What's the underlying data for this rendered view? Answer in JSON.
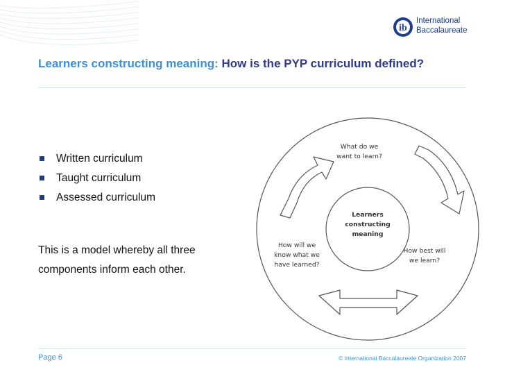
{
  "header": {
    "logo_line1": "International",
    "logo_line2": "Baccalaureate",
    "logo_mark": "ib"
  },
  "title": {
    "part1": "Learners constructing meaning:",
    "part2": "How is the PYP curriculum defined?"
  },
  "bullets": [
    "Written curriculum",
    "Taught curriculum",
    "Assessed curriculum"
  ],
  "body_text": {
    "line1": "This is a model whereby all three",
    "line2": "components inform each other."
  },
  "diagram": {
    "center": [
      "Learners",
      "constructing",
      "meaning"
    ],
    "top": [
      "What do we",
      "want to learn?"
    ],
    "right": [
      "How best will",
      "we learn?"
    ],
    "left": [
      "How will we",
      "know what we",
      "have learned?"
    ]
  },
  "footer": {
    "page": "Page 6",
    "copyright": "© International Baccalaureate Organization 2007"
  },
  "colors": {
    "title_accent": "#3d8fd6",
    "title_main": "#2e3a8c",
    "bullet": "#1a3d8f"
  }
}
